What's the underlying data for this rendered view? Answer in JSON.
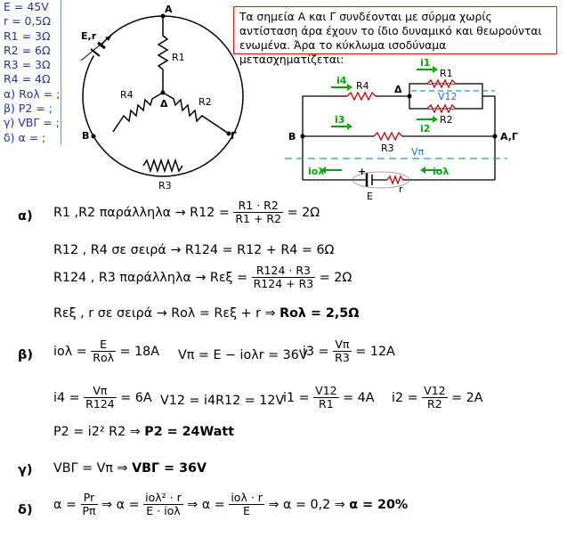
{
  "given": [
    "E = 45V",
    "r = 0,5Ω",
    "R1 = 3Ω",
    "R2 = 6Ω",
    "R3 = 3Ω",
    "R4 = 4Ω",
    "α) Rολ = ;",
    "β) P2 = ;",
    "γ) VΒΓ = ;",
    "δ) α = ;"
  ],
  "note": "Τα σημεία Α και Γ συνδέονται με σύρμα χωρίς αντίσταση άρα έχουν το ίδιο δυναμικό και θεωρούνται ενωμένα. Άρα το κύκλωμα ισοδύναμα μετασχηματίζεται:",
  "circuit_left": {
    "A": "A",
    "Er": "E,r",
    "R1": "R1",
    "R4": "R4",
    "R2": "R2",
    "D": "Δ",
    "B": "B",
    "G": "Γ",
    "R3": "R3"
  },
  "circuit_right": {
    "i4": "i4",
    "R4": "R4",
    "D": "Δ",
    "i1": "i1",
    "R1": "R1",
    "V12": "V12",
    "i2": "i2",
    "R2": "R2",
    "B": "B",
    "AG": "A,Γ",
    "i3": "i3",
    "R3": "R3",
    "Vp": "Vπ",
    "iol1": "iολ",
    "iol2": "iολ",
    "E": "E",
    "r": "r",
    "plus": "+"
  },
  "parts": {
    "a": "α)",
    "b": "β)",
    "c": "γ)",
    "d": "δ)"
  },
  "eqs": {
    "a1_pre": "R1 ,R2 παράλληλα → R12 =",
    "a1_num": "R1 · R2",
    "a1_den": "R1 + R2",
    "a1_post": "= 2Ω",
    "a2": "R12 , R4 σε σειρά → R124 = R12 + R4 = 6Ω",
    "a3_pre": "R124 , R3 παράλληλα → Rεξ =",
    "a3_num": "R124 · R3",
    "a3_den": "R124 + R3",
    "a3_post": "= 2Ω",
    "a4_pre": "Rεξ , r σε σειρά → Rολ = Rεξ + r ⇒",
    "a4_res": "Rολ = 2,5Ω",
    "b1_pre": "iολ =",
    "b1_num": "E",
    "b1_den": "Rολ",
    "b1_post": "= 18A",
    "b2": "Vπ = E − iολr = 36V",
    "b3_pre": "i3 =",
    "b3_num": "Vπ",
    "b3_den": "R3",
    "b3_post": "= 12A",
    "b4_pre": "i4 =",
    "b4_num": "Vπ",
    "b4_den": "R124",
    "b4_post": "= 6A",
    "b5": "V12 = i4R12 = 12V",
    "b6_pre": "i1 =",
    "b6_num": "V12",
    "b6_den": "R1",
    "b6_post": "= 4A",
    "b7_pre": "i2 =",
    "b7_num": "V12",
    "b7_den": "R2",
    "b7_post": "= 2A",
    "b8_pre": "P2 = i2² R2 ⇒",
    "b8_res": "P2 = 24Watt",
    "c1_pre": "VΒΓ = Vπ ⇒",
    "c1_res": "VΒΓ = 36V",
    "d_pre": "α =",
    "d_n1": "Pr",
    "d_d1": "Pπ",
    "d_mid1": "⇒ α =",
    "d_n2": "iολ² · r",
    "d_d2": "E · iολ",
    "d_mid2": "⇒ α =",
    "d_n3": "iολ · r",
    "d_d3": "E",
    "d_mid3": "⇒ α = 0,2 ⇒",
    "d_res": "α = 20%"
  }
}
